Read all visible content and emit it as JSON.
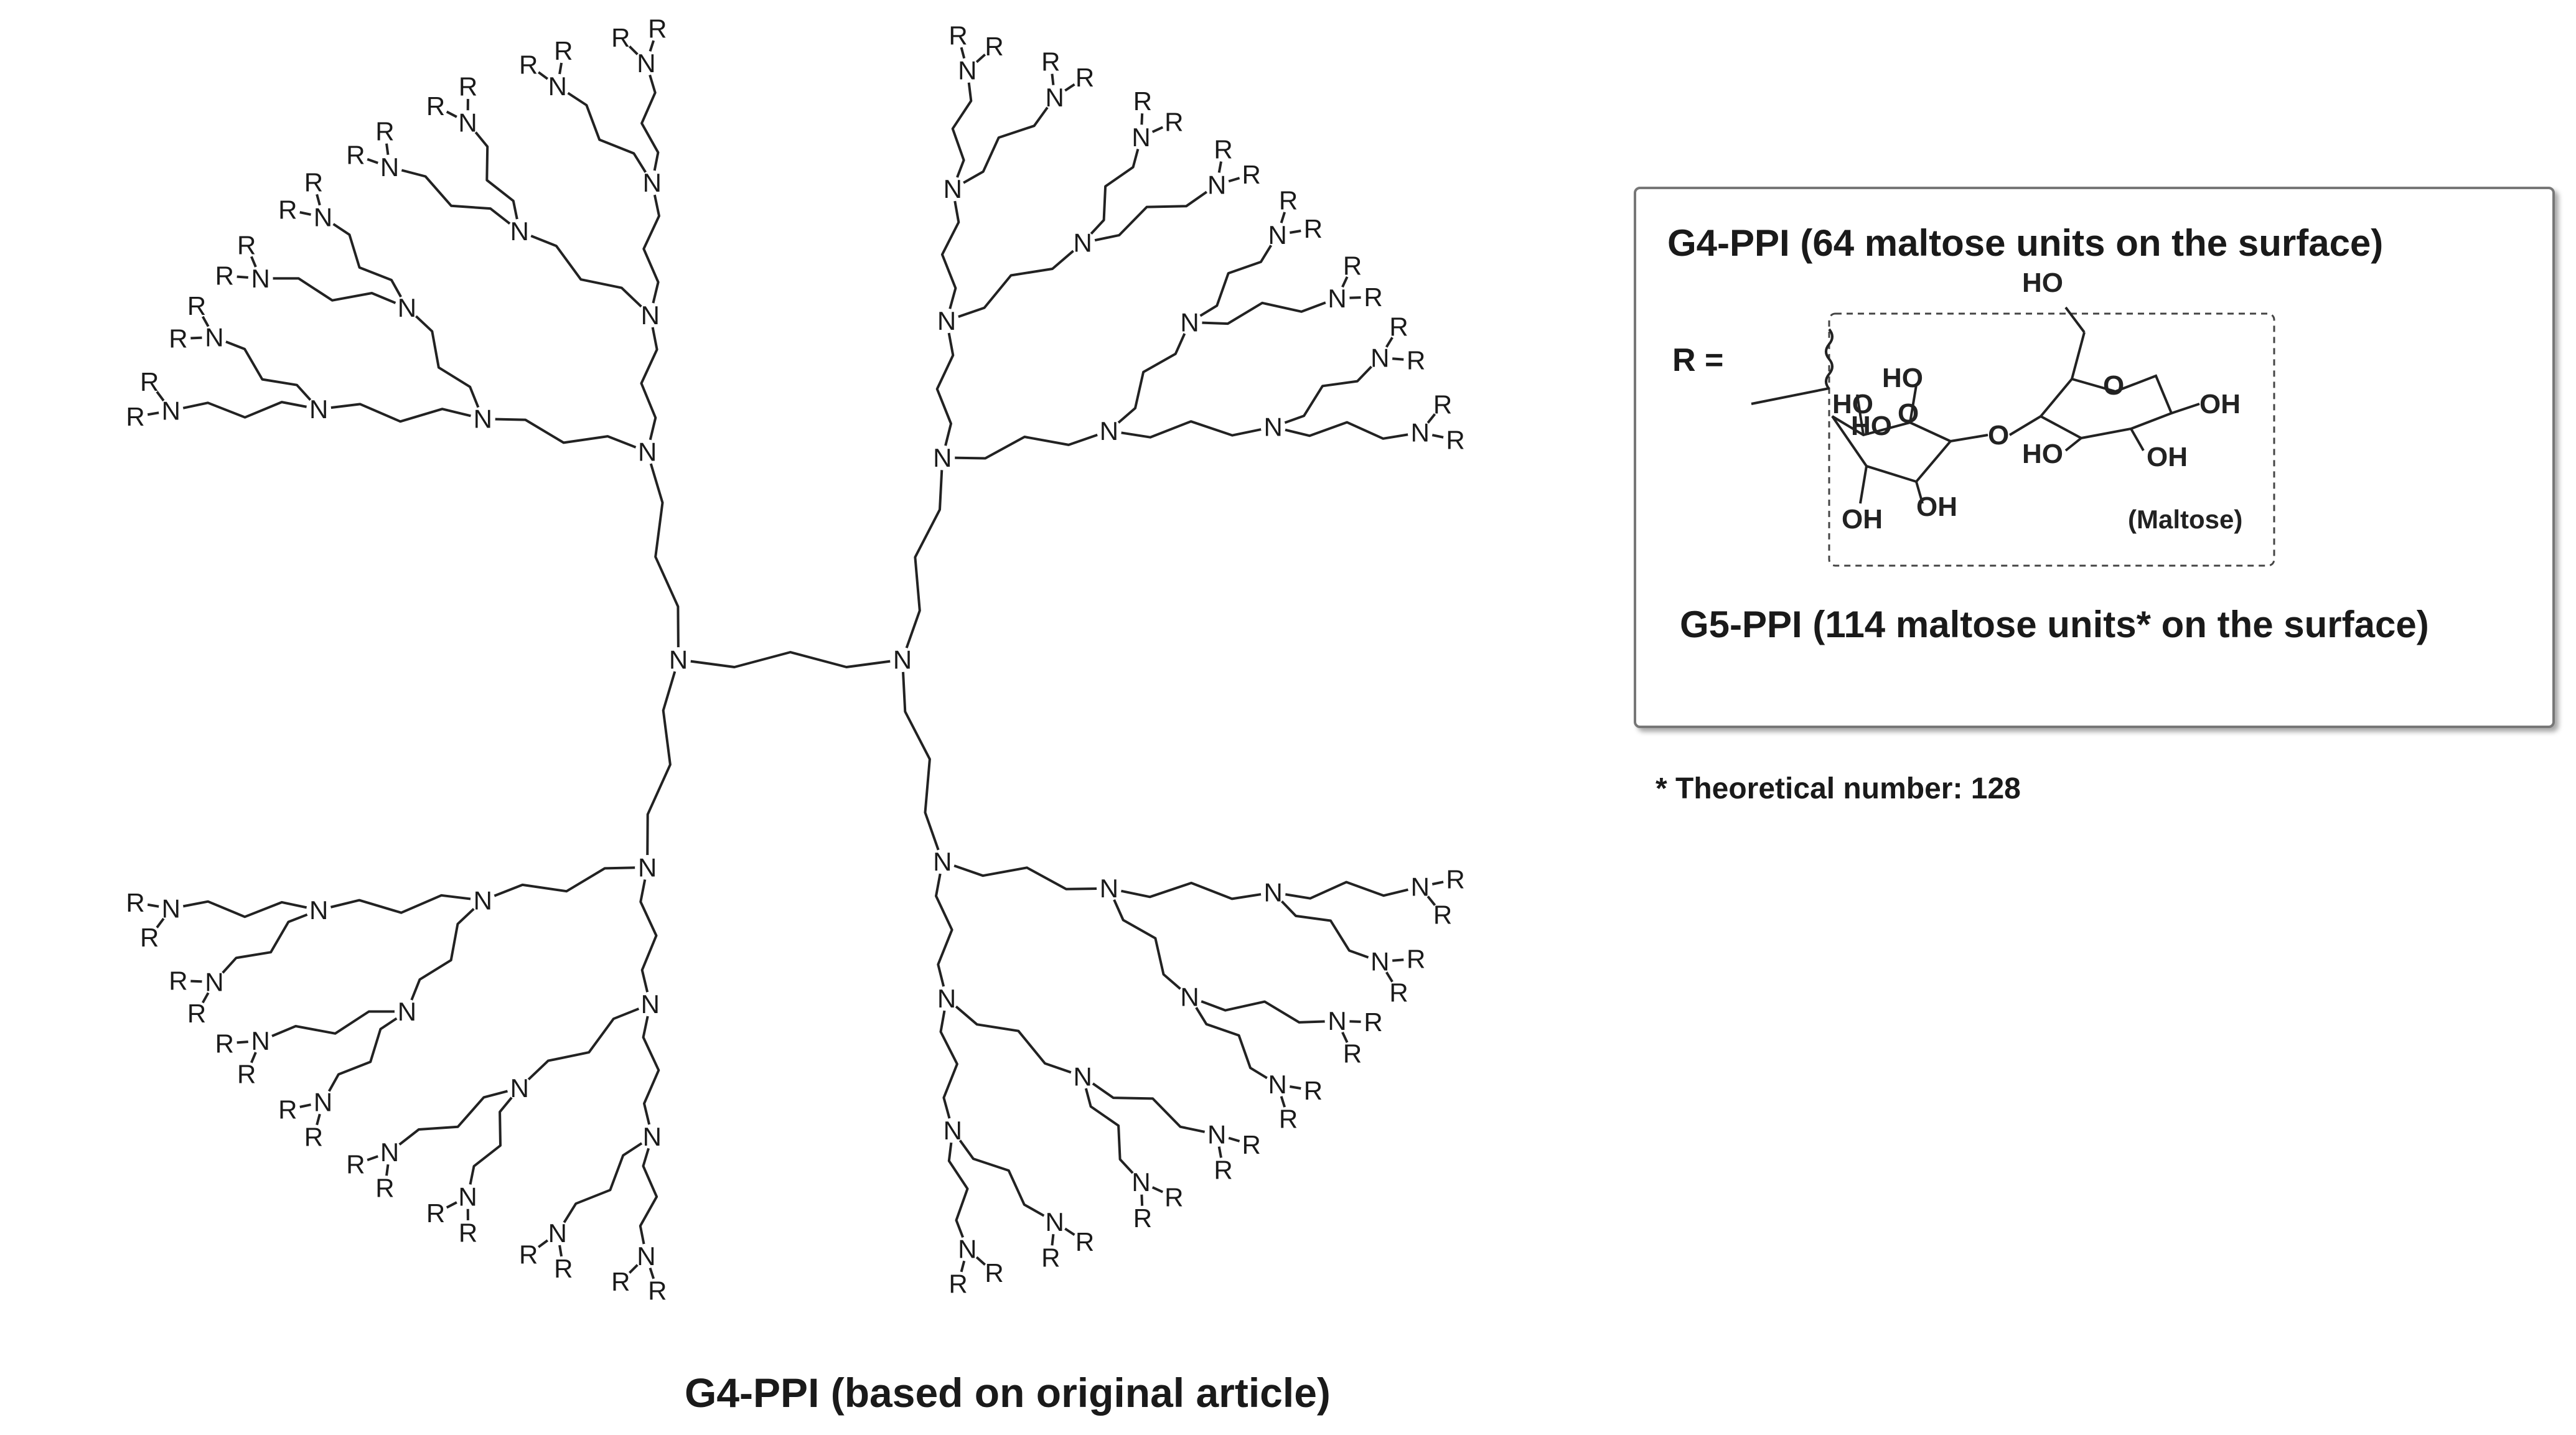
{
  "figure": {
    "caption": "G4-PPI (based on original article)",
    "atom_labels": {
      "nitrogen": "N",
      "surface_group": "R"
    }
  },
  "panel": {
    "title": "G4-PPI (64 maltose units on the surface)",
    "r_equals": "R =",
    "g5_label": "G5-PPI (114 maltose units* on the surface)",
    "maltose": {
      "group_labels": [
        "HO",
        "HO",
        "HO",
        "OH",
        "OH",
        "O",
        "O",
        "O",
        "HO",
        "OH",
        "OH"
      ],
      "name": "(Maltose)"
    }
  },
  "footnote": "* Theoretical number: 128"
}
